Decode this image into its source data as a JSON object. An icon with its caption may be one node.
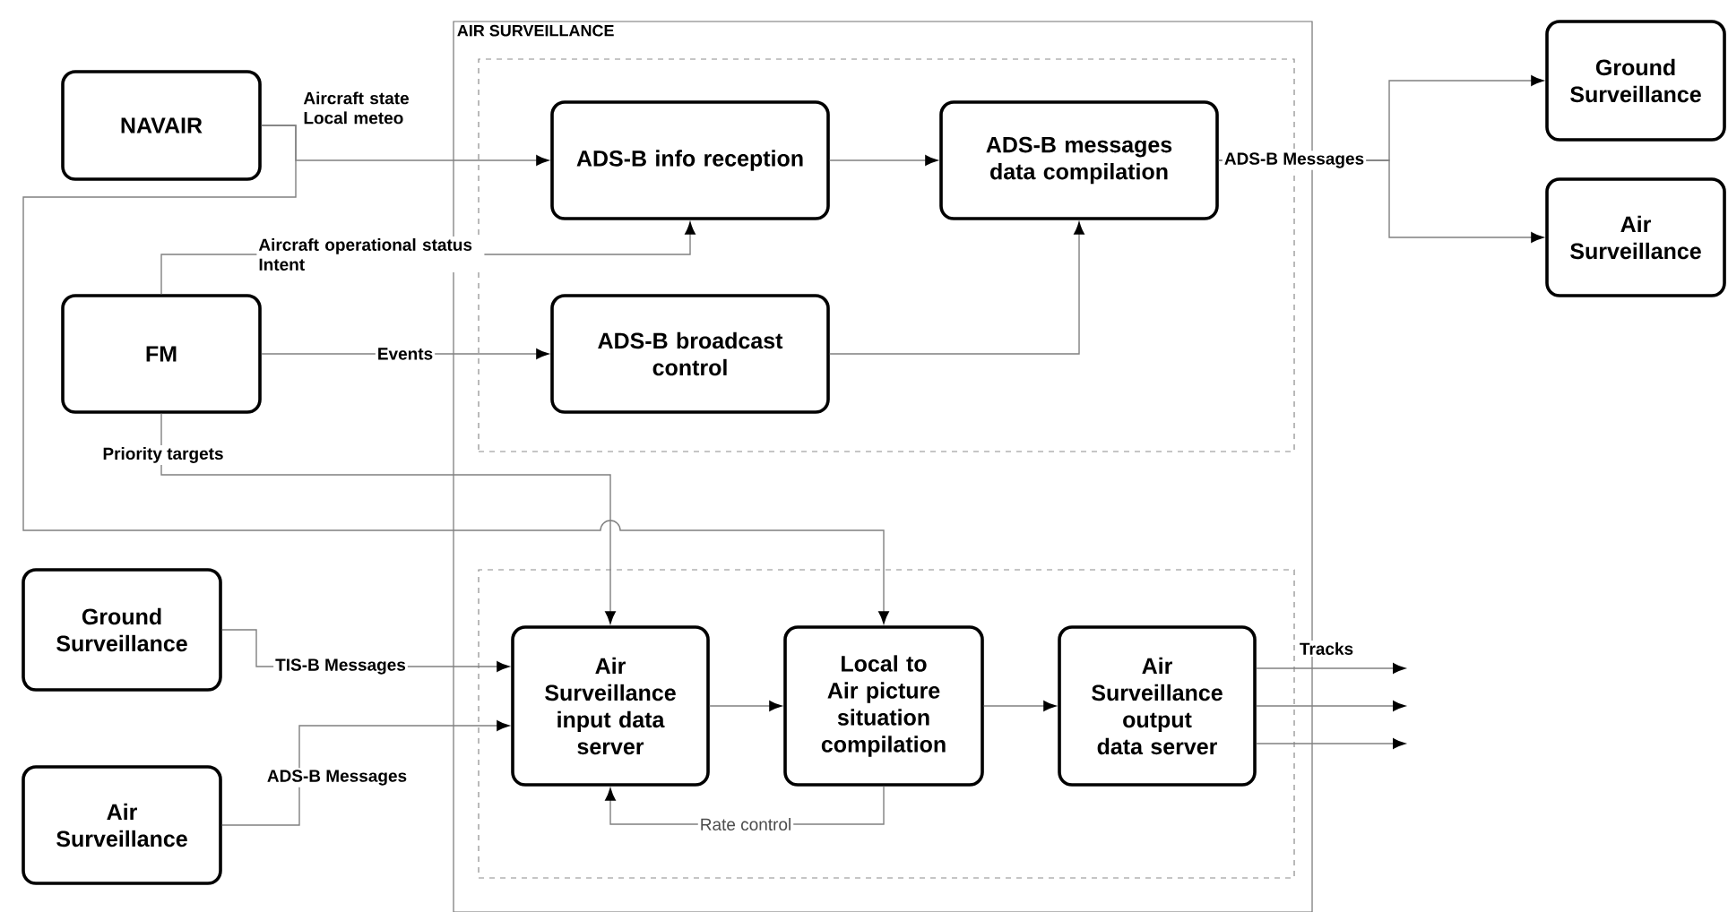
{
  "diagram": {
    "nodes": [
      {
        "text": [
          "AIR SURVEILLANCE"
        ]
      },
      {
        "text": [],
        "shape": "box",
        "in": 0
      },
      {
        "text": [
          "NAVAIR"
        ]
      },
      {
        "text": [
          "ADS-B info reception"
        ],
        "in": 1
      },
      {
        "text": [
          "ADS-B messages data compilation"
        ],
        "in": 1
      },
      {
        "text": [
          "Ground Surveillance"
        ]
      },
      {
        "text": [
          "Air Surveillance"
        ]
      },
      {
        "text": [
          "FM"
        ]
      },
      {
        "text": [
          "ADS-B broadcast control"
        ],
        "in": 1
      },
      {
        "text": [],
        "shape": "box",
        "in": 0
      },
      {
        "text": [
          "Ground Surveillance"
        ]
      },
      {
        "text": [
          "Air Surveillance input data server"
        ],
        "in": 9
      },
      {
        "text": [
          "Local to Air picture situation compilation"
        ],
        "in": 9
      },
      {
        "text": [
          "Air Surveillance output data server"
        ],
        "in": 9
      },
      {
        "text": [
          "Air Surveillance"
        ]
      }
    ],
    "edges": [
      {
        "from": 2,
        "to": 3,
        "arrow": "to",
        "label": "Aircraft state Local meteo"
      },
      {
        "from": 2,
        "to": 12,
        "arrow": "to"
      },
      {
        "from": 7,
        "to": 3,
        "arrow": "to",
        "label": "Aircraft operational status Intent"
      },
      {
        "from": 7,
        "to": 8,
        "arrow": "to",
        "label": "Events"
      },
      {
        "from": 7,
        "to": 11,
        "arrow": "to",
        "label": "Priority targets"
      },
      {
        "from": 3,
        "to": 4,
        "arrow": "to"
      },
      {
        "from": 8,
        "to": 4,
        "arrow": "to"
      },
      {
        "from": 4,
        "to": 5,
        "arrow": "to",
        "label": "ADS-B Messages"
      },
      {
        "from": 4,
        "to": 6,
        "arrow": "to"
      },
      {
        "from": 10,
        "to": 11,
        "arrow": "to",
        "label": "TIS-B Messages"
      },
      {
        "from": 14,
        "to": 11,
        "arrow": "to",
        "label": "ADS-B Messages"
      },
      {
        "from": 11,
        "to": 12,
        "arrow": "to"
      },
      {
        "from": 12,
        "to": 13,
        "arrow": "to"
      },
      {
        "from": 12,
        "to": 11,
        "arrow": "to",
        "label": "Rate control"
      },
      {
        "from": 13,
        "to": null,
        "arrow": "to",
        "label": "Tracks"
      },
      {
        "from": 13,
        "to": null,
        "arrow": "to"
      },
      {
        "from": 13,
        "to": null,
        "arrow": "to"
      }
    ]
  }
}
